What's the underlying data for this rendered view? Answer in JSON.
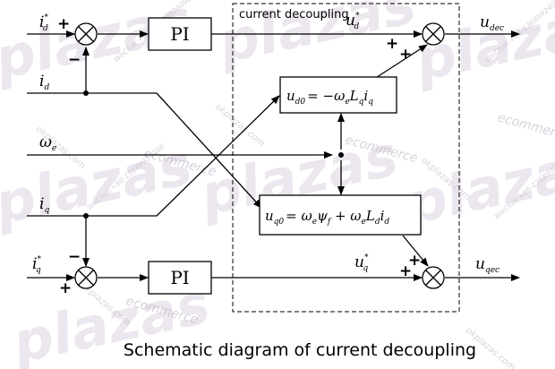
{
  "diagram": {
    "inputs": {
      "id_ref": {
        "base": "i",
        "sub": "d",
        "sup": "*"
      },
      "id": {
        "base": "i",
        "sub": "d"
      },
      "omega_e": {
        "base": "ω",
        "sub": "e"
      },
      "iq": {
        "base": "i",
        "sub": "q"
      },
      "iq_ref": {
        "base": "i",
        "sub": "q",
        "sup": "*"
      }
    },
    "outputs": {
      "u_dec_d": {
        "base": "u",
        "sub": "dec"
      },
      "u_dec_q": {
        "base": "u",
        "sub": "qec"
      }
    },
    "intermediate": {
      "ud_ref": {
        "base": "u",
        "sub": "d",
        "sup": "*"
      },
      "uq_ref": {
        "base": "u",
        "sub": "q",
        "sup": "*"
      }
    },
    "blocks": {
      "pi_top": "PI",
      "pi_bottom": "PI",
      "ud0": {
        "lhs": "u",
        "lhs_sub": "d0",
        "rhs": "= −ω",
        "rhs_sub1": "e",
        "mid": "L",
        "rhs_sub2": "q",
        "tail": "i",
        "tail_sub": "q"
      },
      "uq0": {
        "lhs": "u",
        "lhs_sub": "q0",
        "rhs": "= ω",
        "rhs_sub1": "e",
        "psi": "ψ",
        "psi_sub": "f",
        "plus": " + ω",
        "rhs_sub2": "e",
        "mid": "L",
        "mid_sub": "d",
        "tail": "i",
        "tail_sub": "d"
      }
    },
    "signs": {
      "plus": "+",
      "minus": "−"
    },
    "region_label": "current decoupling"
  },
  "caption": "Schematic diagram of current decoupling",
  "watermark": {
    "brand": "plazas",
    "ok": "ok",
    "ecommerce": "ecommerce",
    "site": "okplazas.com",
    "wechat": "WeChat:+86-13689924098"
  }
}
